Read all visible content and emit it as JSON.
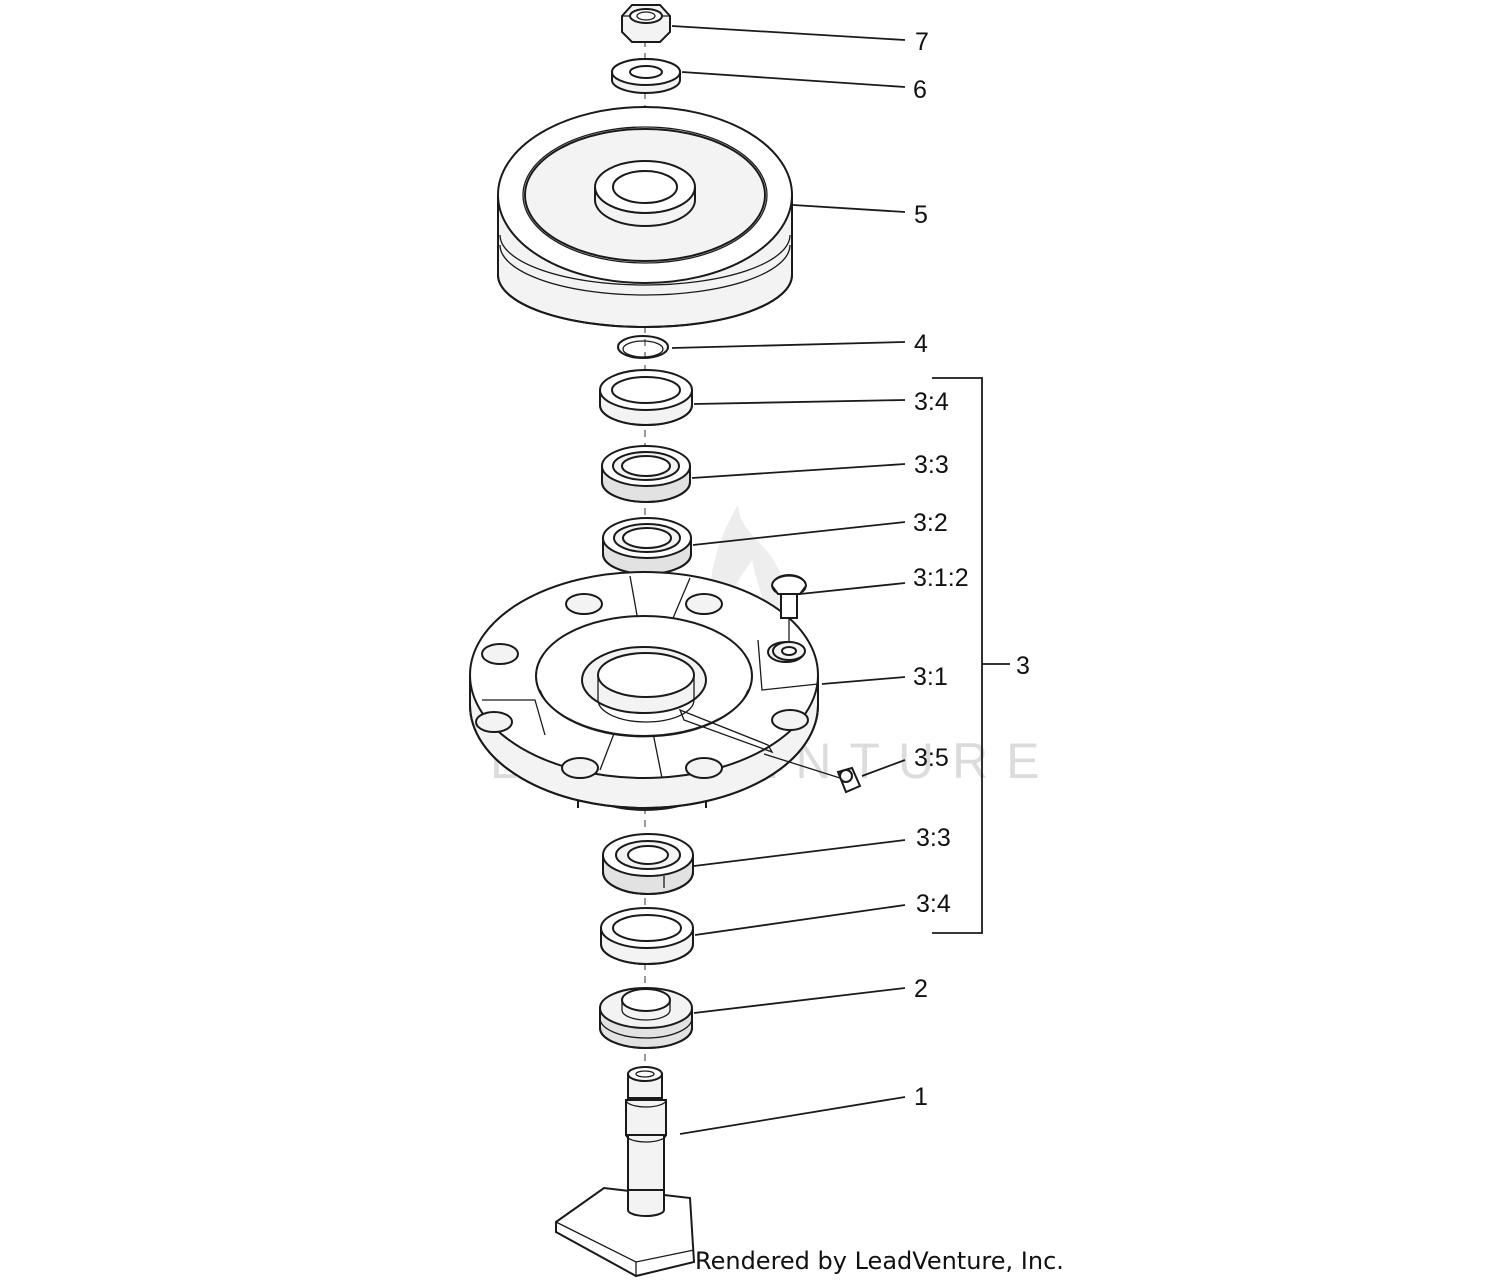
{
  "watermark": {
    "text": "LEADVENTURE"
  },
  "credit": {
    "text": "Rendered by LeadVenture, Inc."
  },
  "callouts": {
    "c7": "7",
    "c6": "6",
    "c5": "5",
    "c4": "4",
    "c3_4_top": "3:4",
    "c3_3_top": "3:3",
    "c3_2": "3:2",
    "c3_1_2": "3:1:2",
    "c3_1": "3:1",
    "c3_5": "3:5",
    "c3_3_bottom": "3:3",
    "c3_4_bottom": "3:4",
    "c3": "3",
    "c2": "2",
    "c1": "1"
  },
  "parts": [
    {
      "ref": "7",
      "part": "lock-nut"
    },
    {
      "ref": "6",
      "part": "washer"
    },
    {
      "ref": "5",
      "part": "pulley"
    },
    {
      "ref": "4",
      "part": "retaining-ring"
    },
    {
      "ref": "3:4",
      "part": "seal"
    },
    {
      "ref": "3:3",
      "part": "bearing"
    },
    {
      "ref": "3:2",
      "part": "bearing"
    },
    {
      "ref": "3:1:2",
      "part": "bolt"
    },
    {
      "ref": "3:1",
      "part": "spindle-housing"
    },
    {
      "ref": "3:5",
      "part": "grease-fitting"
    },
    {
      "ref": "3",
      "part": "spindle-assembly"
    },
    {
      "ref": "2",
      "part": "spacer"
    },
    {
      "ref": "1",
      "part": "spindle-shaft"
    }
  ]
}
